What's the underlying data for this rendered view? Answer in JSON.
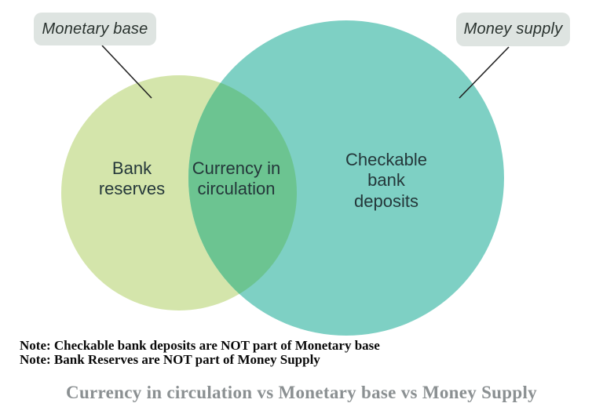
{
  "diagram": {
    "callouts": {
      "left": {
        "label": "Monetary base"
      },
      "right": {
        "label": "Money supply"
      }
    },
    "regions": {
      "left": {
        "label": "Bank\nreserves"
      },
      "overlap": {
        "label": "Currency in\ncirculation"
      },
      "right": {
        "label": "Checkable\nbank\ndeposits"
      }
    },
    "notes": [
      "Note: Checkable bank deposits are NOT part of Monetary base",
      "Note: Bank Reserves are NOT part of Money Supply"
    ],
    "title": "Currency in circulation vs Monetary base vs Money Supply",
    "colors": {
      "left_circle": "#d4e5ab",
      "right_circle": "#7ed0c4",
      "overlap": "#6cc491",
      "callout_bg": "#dee4e1",
      "connector": "#222222",
      "title_text": "#8b9092"
    }
  }
}
